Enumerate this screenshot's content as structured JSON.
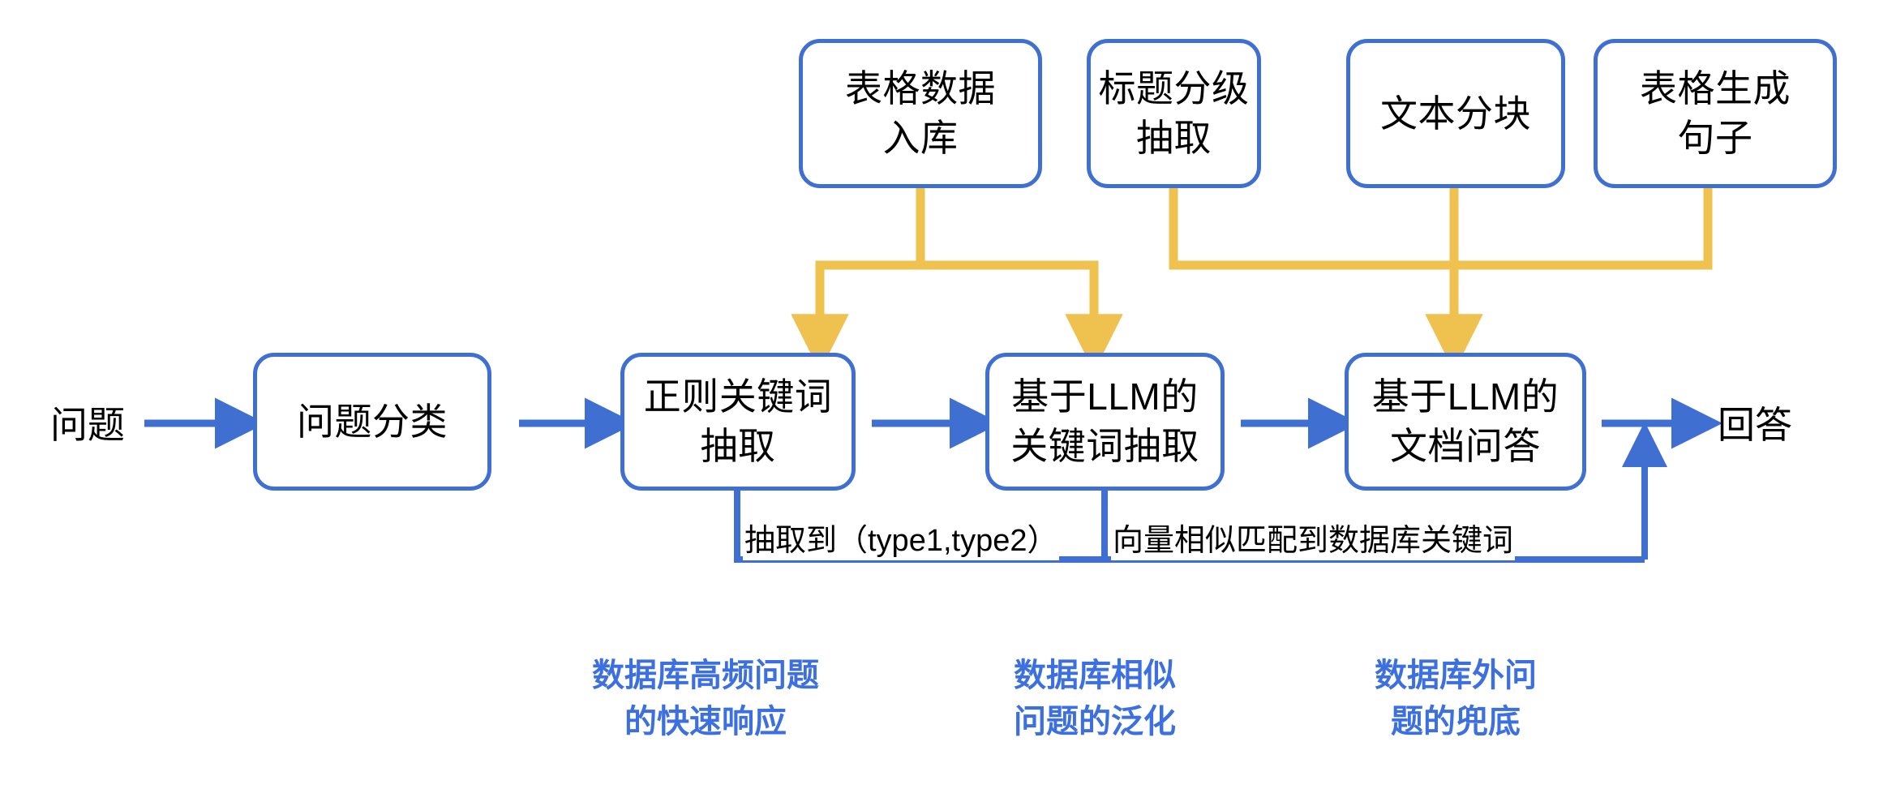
{
  "diagram": {
    "title_present": false,
    "colors": {
      "node_border": "#3F6FD1",
      "flow_arrow": "#3F6FD1",
      "feed_arrow": "#EFC14E",
      "caption_text": "#3C6FE0",
      "node_text": "#000000",
      "background": "#FFFFFF"
    },
    "source_node": {
      "label": "问题"
    },
    "sink_node": {
      "label": "回答"
    },
    "pipeline_nodes": [
      {
        "id": "classify",
        "label": "问题分类"
      },
      {
        "id": "regex-keyword",
        "label": "正则关键词\n抽取"
      },
      {
        "id": "llm-keyword",
        "label": "基于LLM的\n关键词抽取"
      },
      {
        "id": "llm-docqa",
        "label": "基于LLM的\n文档问答"
      }
    ],
    "resource_nodes": [
      {
        "id": "table-data-ingest",
        "label": "表格数据\n入库"
      },
      {
        "id": "heading-hierarchy",
        "label": "标题分级\n抽取"
      },
      {
        "id": "text-chunking",
        "label": "文本分块"
      },
      {
        "id": "table-to-sentence",
        "label": "表格生成\n句子"
      }
    ],
    "edge_labels": [
      {
        "id": "extract-type",
        "text": "抽取到（type1,type2）"
      },
      {
        "id": "vector-match",
        "text": "向量相似匹配到数据库关键词"
      }
    ],
    "captions": [
      {
        "id": "caption-highfreq",
        "text": "数据库高频问题\n的快速响应"
      },
      {
        "id": "caption-similar",
        "text": "数据库相似\n问题的泛化"
      },
      {
        "id": "caption-outside",
        "text": "数据库外问\n题的兜底"
      }
    ]
  }
}
